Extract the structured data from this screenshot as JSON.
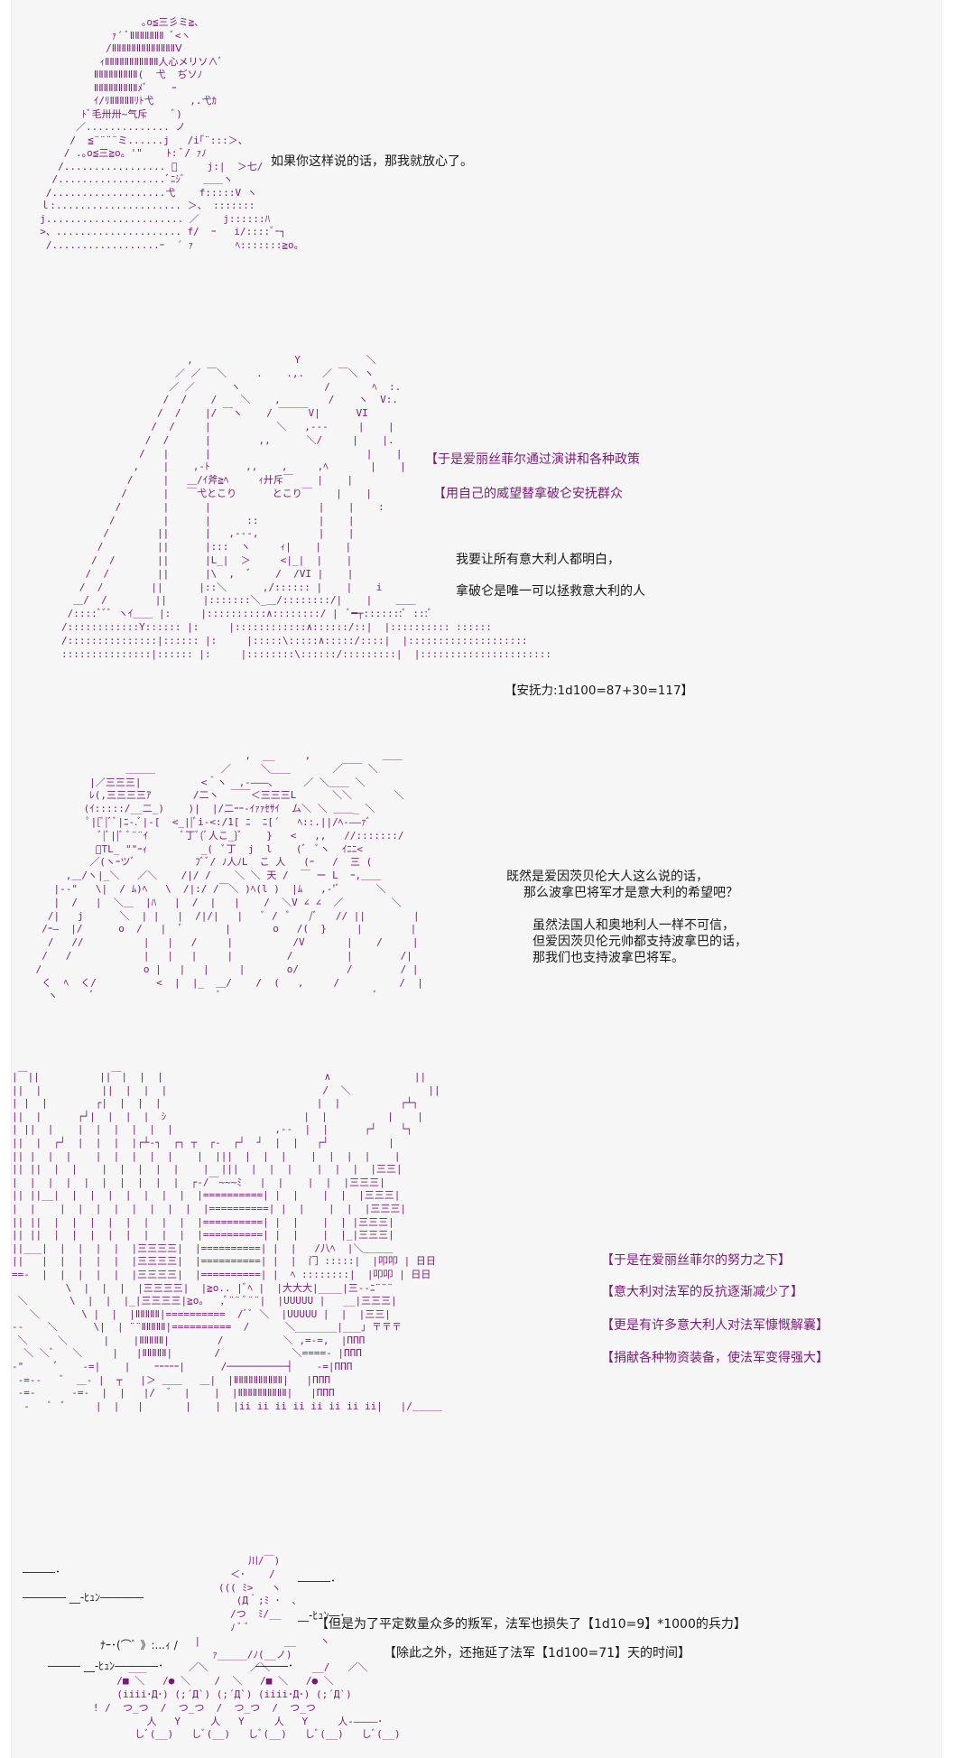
{
  "panels": [
    {
      "id": "panel-1",
      "lines": [
        "如果你这样说的话，那我就放心了。"
      ]
    },
    {
      "id": "panel-2",
      "lines": [
        "【于是爱丽丝菲尔通过演讲和各种政策",
        "【用自己的威望替拿破仑安抚群众",
        "我要让所有意大利人都明白，",
        "拿破仑是唯一可以拯救意大利的人",
        "【安抚力:1d100=87+30=117】"
      ]
    },
    {
      "id": "panel-3",
      "lines": [
        "既然是爱因茨贝伦大人这么说的话，",
        "那么波拿巴将军才是意大利的希望吧？",
        "虽然法国人和奥地利人一样不可信，",
        "但爱因茨贝伦元帅都支持波拿巴的话，",
        "那我们也支持波拿巴将军。"
      ]
    },
    {
      "id": "panel-4",
      "lines": [
        "【于是在爱丽丝菲尔的努力之下】",
        "【意大利对法军的反抗逐渐减少了】",
        "【更是有许多意大利人对法军慷慨解囊】",
        "【捐献各种物资装备，使法军变得强大】"
      ]
    },
    {
      "id": "panel-5",
      "lines": [
        "【但是为了平定数量众多的叛军，法军也损失了【1d10=9】*1000的兵力】",
        "【除此之外，还拖延了法军【1d100=71】天的时间】"
      ],
      "sfx": [
        "―――･",
        "――――  __-ﾋｭﾝ――――",
        "―――･",
        "__-ﾋｭﾝ―･",
        "ﾅｰ･(⌒ﾞ   》:...ｨ /",
        "―――  __-ﾋｭﾝ――――･",
        "―――･"
      ]
    }
  ]
}
